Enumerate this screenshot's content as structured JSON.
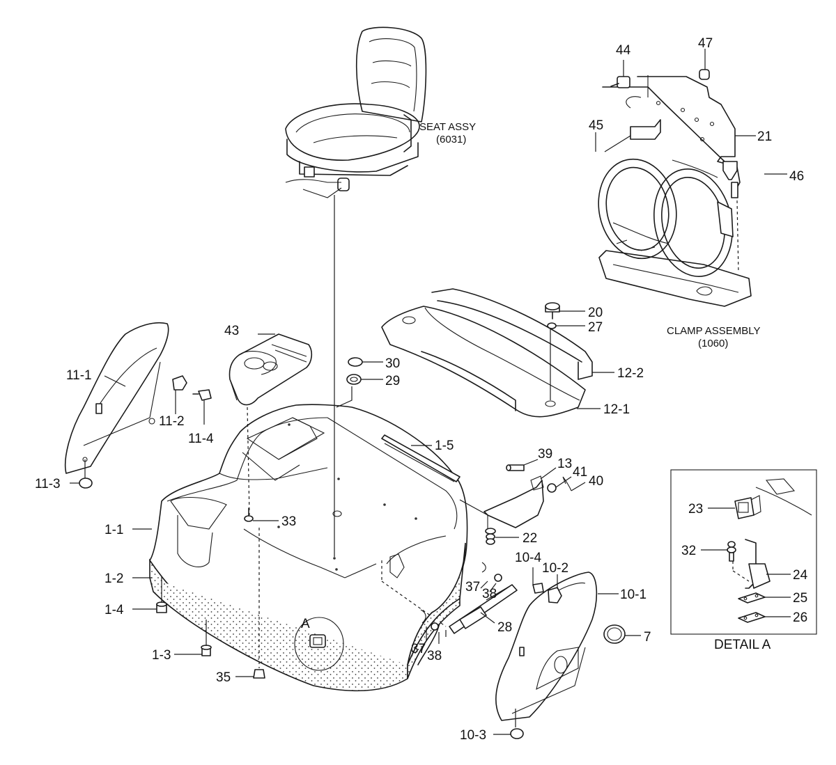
{
  "captions": {
    "seat_title": "SEAT ASSY",
    "seat_code": "(6031)",
    "clamp_title": "CLAMP ASSEMBLY",
    "clamp_code": "(1060)",
    "detail_title": "DETAIL A",
    "detail_marker": "A"
  },
  "callouts": {
    "c44": "44",
    "c47": "47",
    "c45": "45",
    "c21": "21",
    "c46": "46",
    "c20": "20",
    "c27": "27",
    "c30": "30",
    "c29": "29",
    "c43": "43",
    "c12_2": "12-2",
    "c12_1": "12-1",
    "c11_1": "11-1",
    "c11_2": "11-2",
    "c11_4": "11-4",
    "c11_3": "11-3",
    "c1_5": "1-5",
    "c39": "39",
    "c13": "13",
    "c41": "41",
    "c40": "40",
    "c1_1": "1-1",
    "c33": "33",
    "c22": "22",
    "c1_2": "1-2",
    "c1_4": "1-4",
    "c10_4": "10-4",
    "c10_2": "10-2",
    "c10_1": "10-1",
    "c37a": "37",
    "c38a": "38",
    "c28": "28",
    "c37b": "37",
    "c38b": "38",
    "c7": "7",
    "c1_3": "1-3",
    "c35": "35",
    "c10_3": "10-3",
    "c23": "23",
    "c32": "32",
    "c24": "24",
    "c25": "25",
    "c26": "26"
  }
}
